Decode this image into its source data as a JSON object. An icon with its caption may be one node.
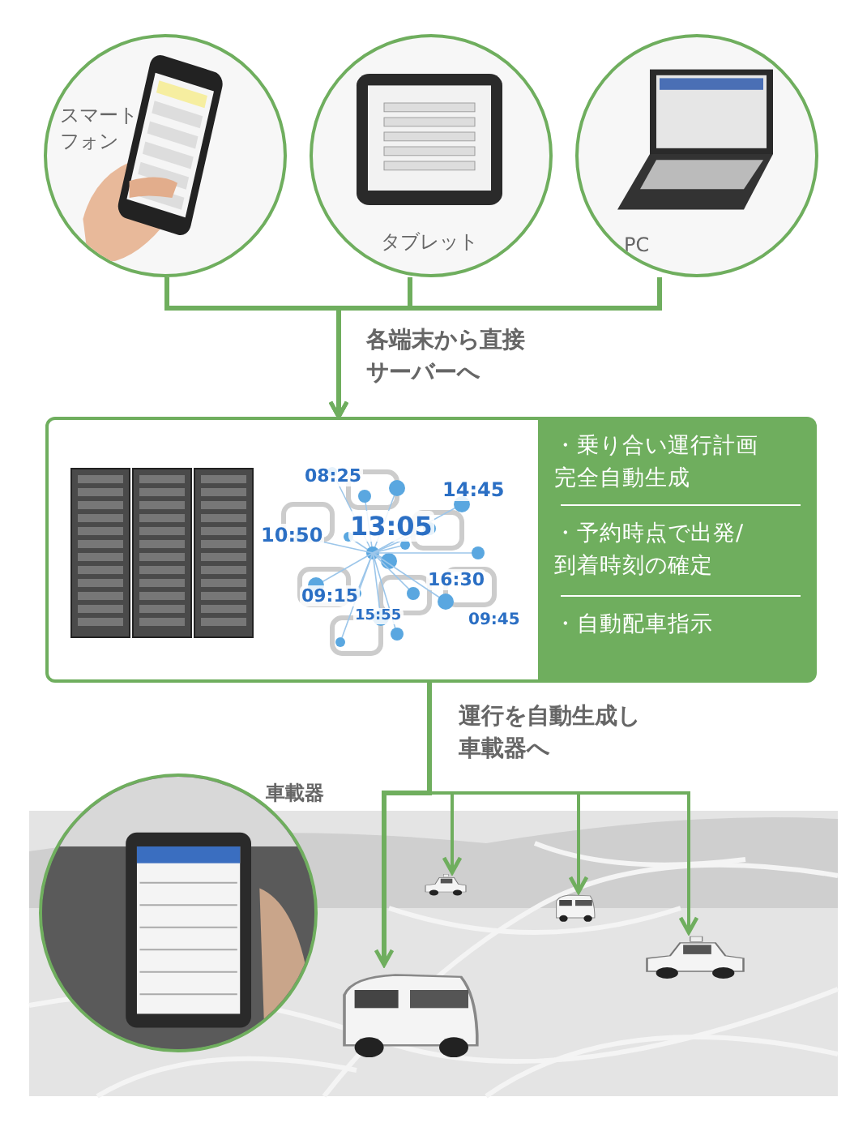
{
  "diagram": {
    "nodes": [
      {
        "text": [
          "スマートフォン"
        ]
      },
      {
        "text": [
          "タブレット"
        ]
      },
      {
        "text": [
          "PC"
        ]
      },
      {
        "text": [
          "・乗り合い運行計画完全自動生成",
          "・予約時点で出発/到着時刻の確定",
          "・自動配車指示"
        ]
      },
      {
        "text": [
          "車載器"
        ]
      },
      {
        "text": [],
        "shape": "picture"
      },
      {
        "text": [],
        "shape": "picture"
      },
      {
        "text": [],
        "shape": "picture"
      },
      {
        "text": [],
        "shape": "picture"
      }
    ],
    "edges": [
      {
        "from": 0,
        "to": 3,
        "arrow": "to"
      },
      {
        "from": 1,
        "to": 3,
        "arrow": "to",
        "label": "各端末から直接サーバーへ"
      },
      {
        "from": 2,
        "to": 3,
        "arrow": "to"
      },
      {
        "from": 3,
        "to": 5,
        "arrow": "to",
        "label": "運行を自動生成し車載器へ"
      },
      {
        "from": 3,
        "to": 6,
        "arrow": "to"
      },
      {
        "from": 3,
        "to": 7,
        "arrow": "to"
      },
      {
        "from": 3,
        "to": 8,
        "arrow": "to"
      }
    ],
    "labels": [
      "08:25",
      "14:45",
      "13:05",
      "10:50",
      "16:30",
      "09:15",
      "15:55",
      "09:45"
    ]
  }
}
